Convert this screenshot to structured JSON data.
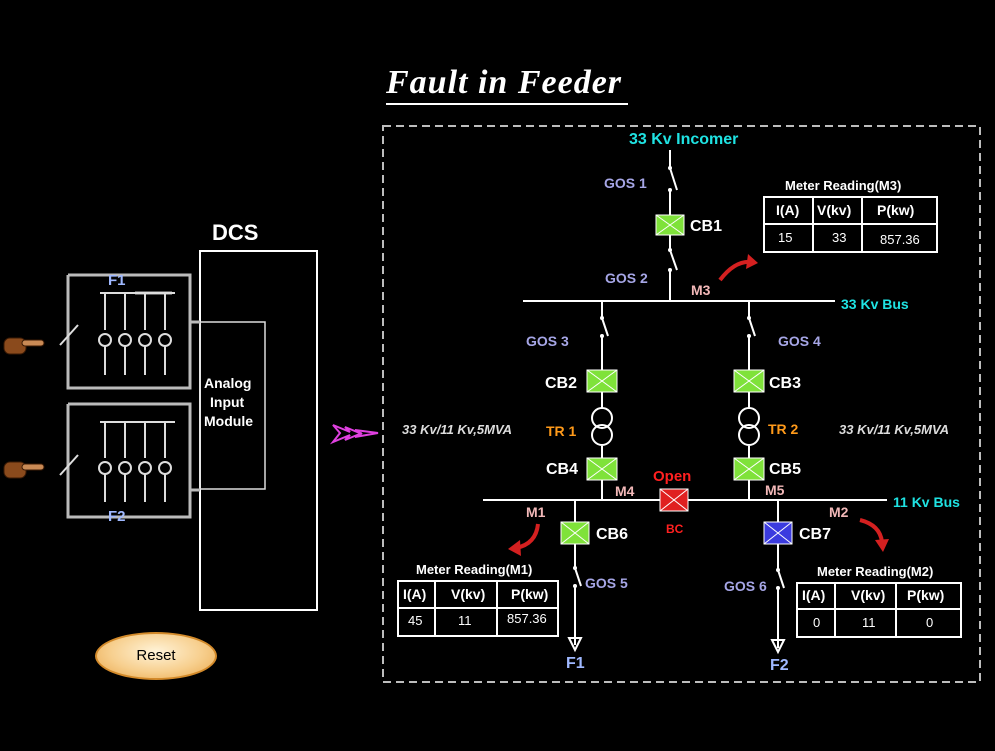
{
  "title": "Fault in Feeder",
  "dcs": {
    "label": "DCS",
    "module_lines": [
      "Analog",
      "Input",
      "Module"
    ],
    "feeders": [
      "F1",
      "F2"
    ]
  },
  "reset_label": "Reset",
  "diagram": {
    "incomer": "33 Kv Incomer",
    "bus_33": "33 Kv Bus",
    "bus_11": "11 Kv Bus",
    "gos": [
      "GOS 1",
      "GOS 2",
      "GOS 3",
      "GOS 4",
      "GOS 5",
      "GOS 6"
    ],
    "cb": [
      "CB1",
      "CB2",
      "CB3",
      "CB4",
      "CB5",
      "CB6",
      "CB7"
    ],
    "transformers": [
      "TR 1",
      "TR 2"
    ],
    "transformer_rating": "33 Kv/11 Kv,5MVA",
    "meters_labels": [
      "M1",
      "M2",
      "M3",
      "M4",
      "M5"
    ],
    "bc_status": "Open",
    "bc_label": "BC",
    "feeders": [
      "F1",
      "F2"
    ]
  },
  "meters": {
    "m3": {
      "title": "Meter Reading(M3)",
      "headers": [
        "I(A)",
        "V(kv)",
        "P(kw)"
      ],
      "values": [
        "15",
        "33",
        "857.36"
      ]
    },
    "m1": {
      "title": "Meter Reading(M1)",
      "headers": [
        "I(A)",
        "V(kv)",
        "P(kw)"
      ],
      "values": [
        "45",
        "11",
        "857.36"
      ]
    },
    "m2": {
      "title": "Meter Reading(M2)",
      "headers": [
        "I(A)",
        "V(kv)",
        "P(kw)"
      ],
      "values": [
        "0",
        "11",
        "0"
      ]
    }
  },
  "colors": {
    "cyan_label": "#1fe3e3",
    "gos_label": "#a6a6e6",
    "meter_label": "#f2b8b8",
    "tr_label": "#ff9a1a",
    "cb_closed": "#7fe23a",
    "cb_fault": "#e02020",
    "cb_blue": "#3b3bdf",
    "open_text": "#ff2020",
    "dashed_border": "#bdbdbd",
    "arrow_red": "#d42020",
    "pointer_magenta": "#e040e0"
  }
}
